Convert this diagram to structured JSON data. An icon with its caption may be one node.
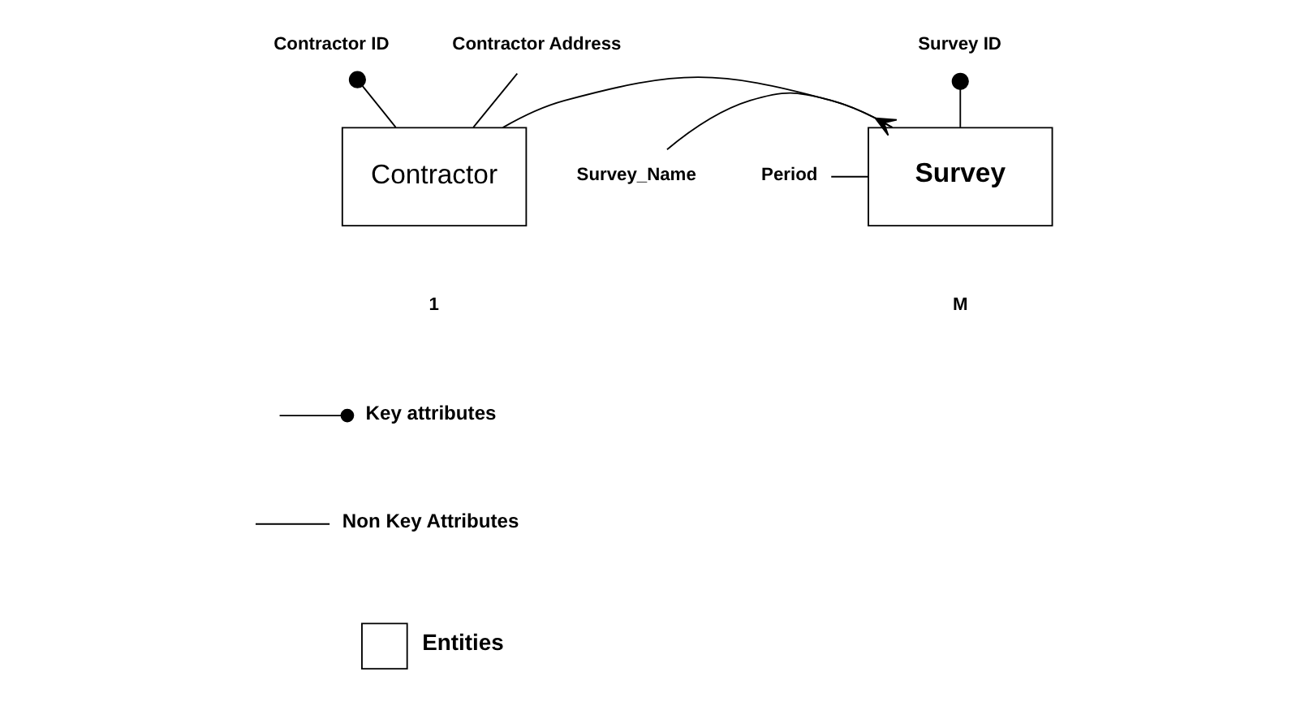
{
  "diagram": {
    "nodes": [
      {
        "text": [
          "Contractor ID"
        ]
      },
      {
        "text": [
          "Contractor Address"
        ]
      },
      {
        "text": [
          "Contractor"
        ]
      },
      {
        "text": [
          "Survey"
        ]
      },
      {
        "text": [
          "Survey ID"
        ]
      },
      {
        "text": [
          "Survey_Name"
        ]
      },
      {
        "text": [
          "Period"
        ]
      }
    ],
    "edges": [
      {
        "from": 0,
        "to": 2,
        "arrow": "other"
      },
      {
        "from": 1,
        "to": 2,
        "arrow": "none"
      },
      {
        "from": 2,
        "to": 3,
        "arrow": "other"
      },
      {
        "from": 4,
        "to": 3,
        "arrow": "other"
      },
      {
        "from": 5,
        "to": 3,
        "arrow": "none"
      },
      {
        "from": 6,
        "to": 3,
        "arrow": "none"
      }
    ],
    "labels": [
      "1",
      "M"
    ],
    "legend": [
      {
        "text": "Key attributes"
      },
      {
        "text": "Non Key Attributes"
      },
      {
        "text": "Entities"
      }
    ]
  }
}
